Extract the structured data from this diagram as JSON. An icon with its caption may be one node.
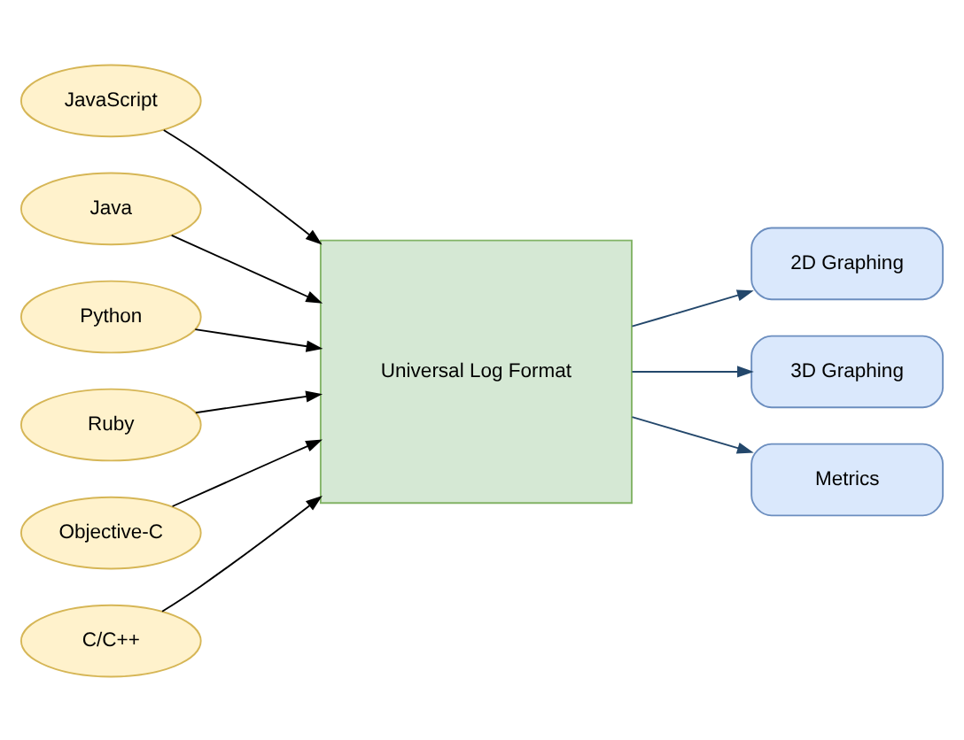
{
  "diagram": {
    "nodes": [
      {
        "text": [
          "JavaScript"
        ]
      },
      {
        "text": [
          "Java"
        ]
      },
      {
        "text": [
          "Python"
        ]
      },
      {
        "text": [
          "Ruby"
        ]
      },
      {
        "text": [
          "Objective-C"
        ]
      },
      {
        "text": [
          "C/C++"
        ]
      },
      {
        "text": [
          "Universal Log Format"
        ]
      },
      {
        "text": [
          "2D Graphing"
        ]
      },
      {
        "text": [
          "3D Graphing"
        ]
      },
      {
        "text": [
          "Metrics"
        ]
      }
    ],
    "edges": [
      {
        "from": 0,
        "to": 6,
        "arrow": "to"
      },
      {
        "from": 1,
        "to": 6,
        "arrow": "to"
      },
      {
        "from": 2,
        "to": 6,
        "arrow": "to"
      },
      {
        "from": 3,
        "to": 6,
        "arrow": "to"
      },
      {
        "from": 4,
        "to": 6,
        "arrow": "to"
      },
      {
        "from": 5,
        "to": 6,
        "arrow": "to"
      },
      {
        "from": 6,
        "to": 7,
        "arrow": "to",
        "color": "#23476b"
      },
      {
        "from": 6,
        "to": 8,
        "arrow": "to",
        "color": "#23476b"
      },
      {
        "from": 6,
        "to": 9,
        "arrow": "to",
        "color": "#23476b"
      }
    ]
  }
}
